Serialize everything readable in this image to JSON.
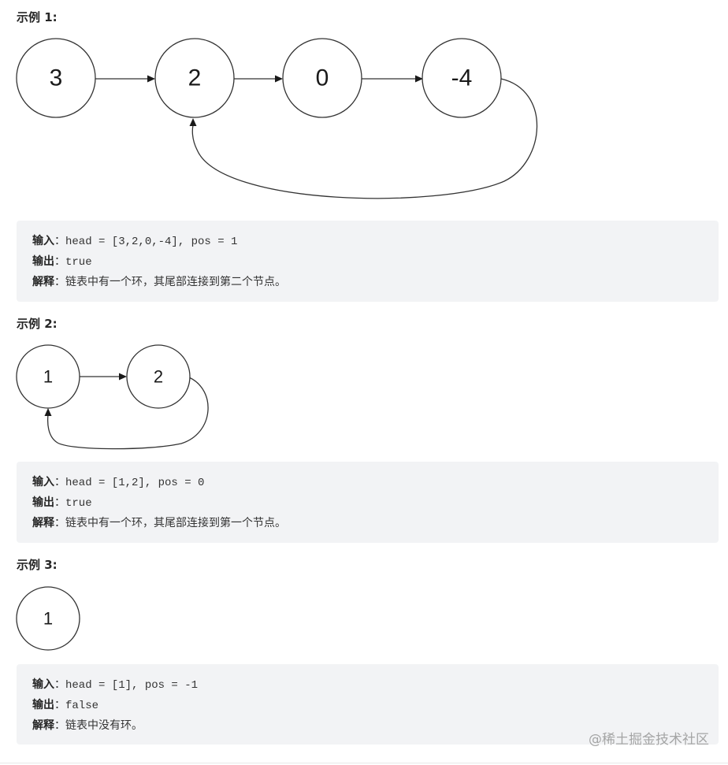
{
  "examples": [
    {
      "title": "示例 1:",
      "nodes": [
        "3",
        "2",
        "0",
        "-4"
      ],
      "pos": 1,
      "input_key": "输入",
      "input_value": "head = [3,2,0,-4], pos = 1",
      "output_key": "输出",
      "output_value": "true",
      "explain_key": "解释",
      "explain_value": "链表中有一个环，其尾部连接到第二个节点。"
    },
    {
      "title": "示例 2:",
      "nodes": [
        "1",
        "2"
      ],
      "pos": 0,
      "input_key": "输入",
      "input_value": "head = [1,2], pos = 0",
      "output_key": "输出",
      "output_value": "true",
      "explain_key": "解释",
      "explain_value": "链表中有一个环，其尾部连接到第一个节点。"
    },
    {
      "title": "示例 3:",
      "nodes": [
        "1"
      ],
      "pos": -1,
      "input_key": "输入",
      "input_value": "head = [1], pos = -1",
      "output_key": "输出",
      "output_value": "false",
      "explain_key": "解释",
      "explain_value": "链表中没有环。"
    }
  ],
  "separator": "：",
  "watermark": "@稀土掘金技术社区"
}
